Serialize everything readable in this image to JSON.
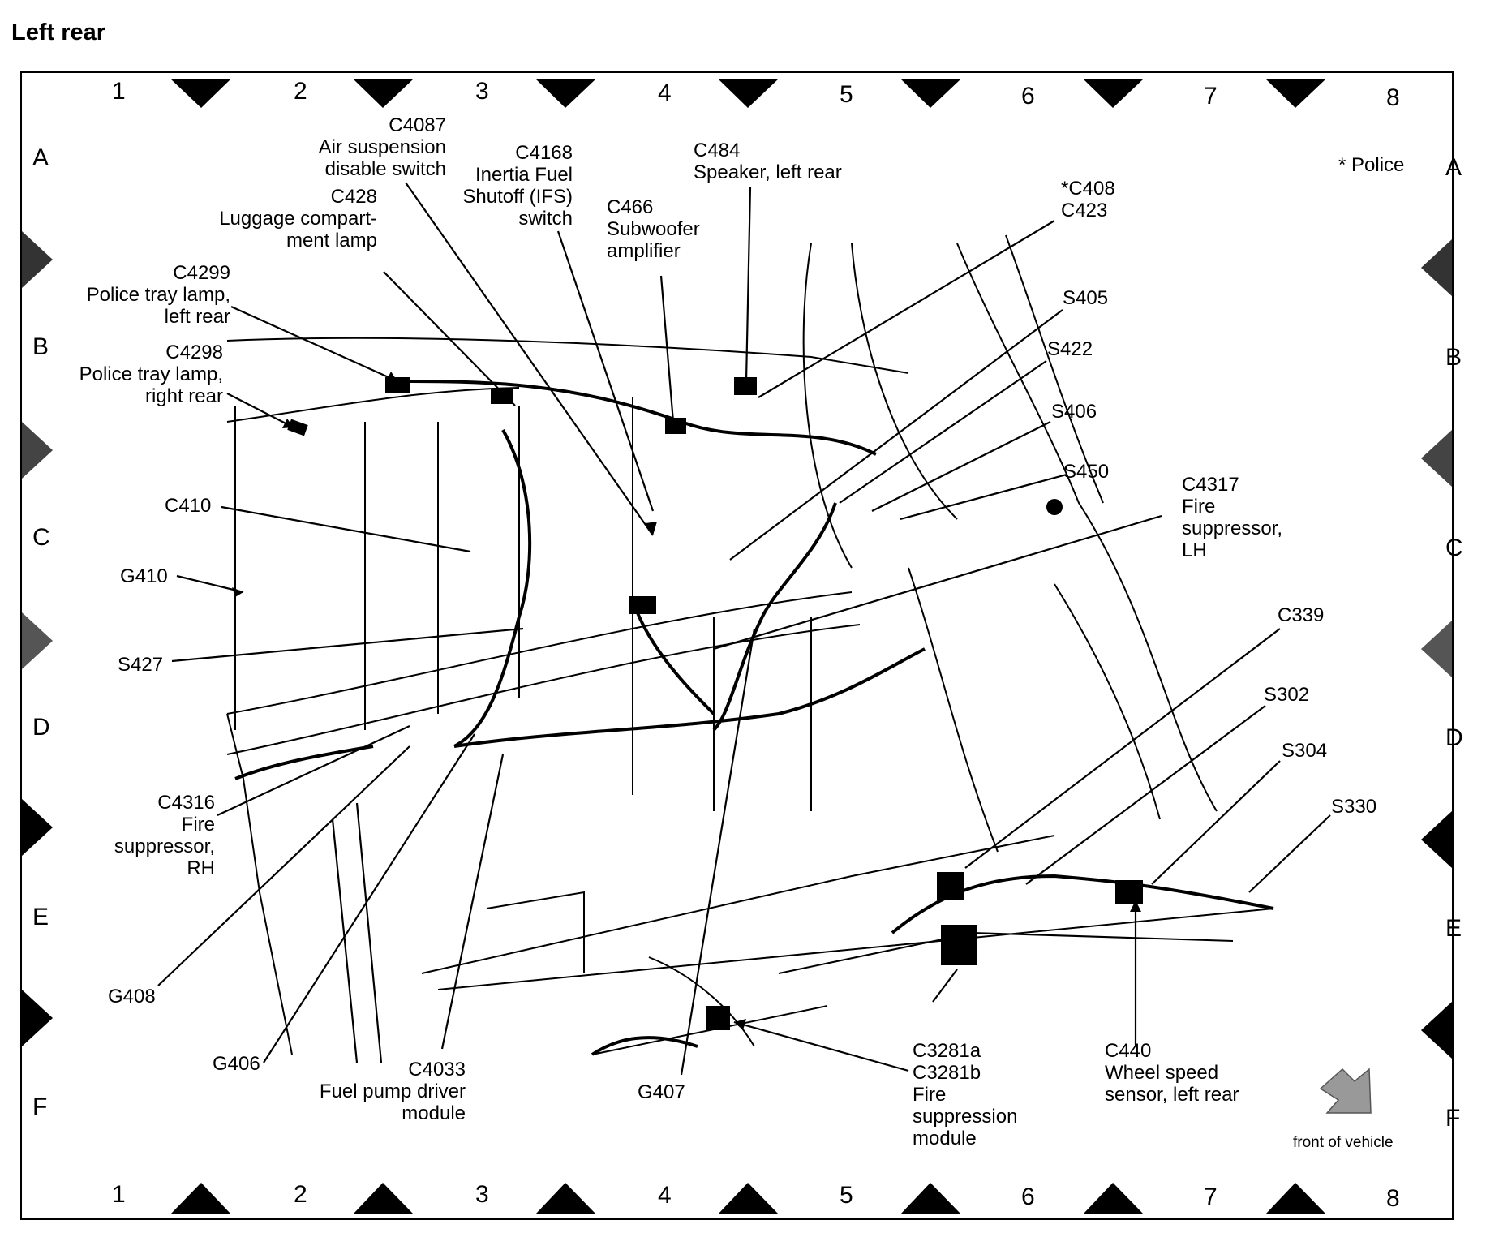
{
  "page_title": "Left   rear",
  "columns": [
    "1",
    "2",
    "3",
    "4",
    "5",
    "6",
    "7",
    "8"
  ],
  "rows": [
    "A",
    "B",
    "C",
    "D",
    "E",
    "F"
  ],
  "notes": {
    "police": "* Police",
    "front_of_vehicle": "front of vehicle"
  },
  "callouts": {
    "c4087": [
      "C4087",
      "Air suspension",
      "disable switch"
    ],
    "c428": [
      "C428",
      "Luggage compart-",
      "ment lamp"
    ],
    "c4168": [
      "C4168",
      "Inertia Fuel",
      "Shutoff (IFS)",
      "switch"
    ],
    "c466": [
      "C466",
      "Subwoofer",
      "amplifier"
    ],
    "c484": [
      "C484",
      "Speaker, left rear"
    ],
    "c408_c423": [
      "*C408",
      "C423"
    ],
    "c4299": [
      "C4299",
      "Police tray lamp,",
      "left rear"
    ],
    "c4298": [
      "C4298",
      "Police tray lamp,",
      "right rear"
    ],
    "s405": [
      "S405"
    ],
    "s422": [
      "S422"
    ],
    "s406": [
      "S406"
    ],
    "s450": [
      "S450"
    ],
    "c4317": [
      "C4317",
      "Fire",
      "suppressor,",
      "LH"
    ],
    "c410": [
      "C410"
    ],
    "g410": [
      "G410"
    ],
    "s427": [
      "S427"
    ],
    "c339": [
      "C339"
    ],
    "s302": [
      "S302"
    ],
    "s304": [
      "S304"
    ],
    "s330": [
      "S330"
    ],
    "c4316": [
      "C4316",
      "Fire",
      "suppressor,",
      "RH"
    ],
    "g408": [
      "G408"
    ],
    "g406": [
      "G406"
    ],
    "c4033": [
      "C4033",
      "Fuel pump driver",
      "module"
    ],
    "g407": [
      "G407"
    ],
    "c3281": [
      "C3281a",
      "C3281b",
      "Fire",
      "suppression",
      "module"
    ],
    "c440": [
      "C440",
      "Wheel speed",
      "sensor, left rear"
    ]
  }
}
